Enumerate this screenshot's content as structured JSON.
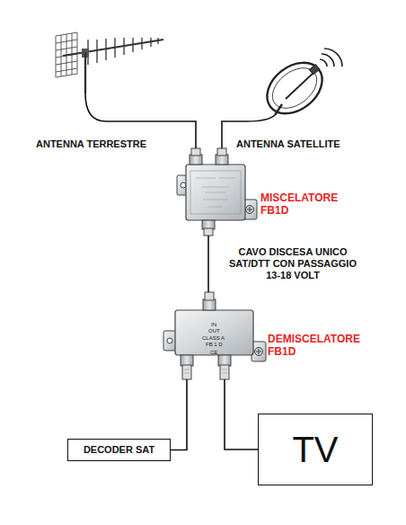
{
  "diagram": {
    "nodes": [
      {
        "text": [
          "ANTENNA TERRESTRE"
        ]
      },
      {
        "text": [
          "ANTENNA SATELLITE"
        ]
      },
      {
        "text": [
          "MISCELATORE FB1D"
        ]
      },
      {
        "text": [
          "DEMISCELATORE FB1D"
        ]
      },
      {
        "text": [
          "DECODER SAT"
        ]
      },
      {
        "text": [
          "TV"
        ]
      }
    ],
    "edges": [
      {
        "from": 0,
        "to": 2,
        "arrow": "none"
      },
      {
        "from": 1,
        "to": 2,
        "arrow": "none"
      },
      {
        "from": 2,
        "to": 3,
        "label": "CAVO DISCESA UNICO SAT/DTT CON PASSAGGIO 13-18 VOLT",
        "arrow": "none"
      },
      {
        "from": 3,
        "to": 4,
        "arrow": "none"
      },
      {
        "from": 3,
        "to": 5,
        "arrow": "none"
      }
    ],
    "labels": [
      "IN",
      "OUT",
      "CLASS A",
      "FB 1 D",
      "CE"
    ]
  }
}
